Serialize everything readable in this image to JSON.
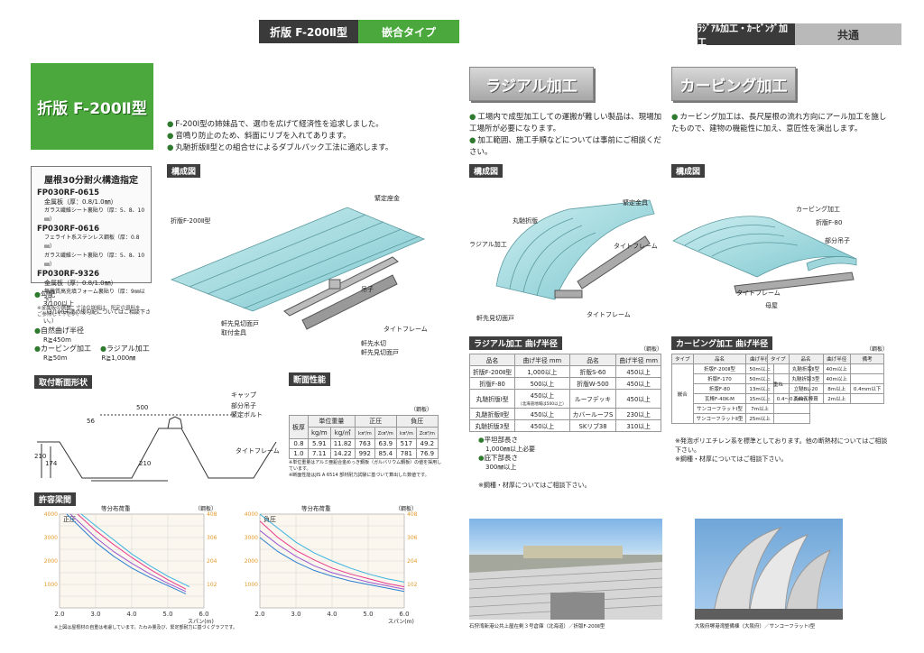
{
  "header": {
    "product_label": "折版 F-200Ⅱ型",
    "type_label": "嵌合タイプ",
    "process_label": "ﾗｼﾞｱﾙ加工・ｶｰﾋﾞﾝｸﾞ加工",
    "common_label": "共通"
  },
  "left": {
    "title": "折版 F-200Ⅱ型",
    "intro": [
      "F-200Ⅰ型の姉妹品で、選巾を広げて経済性を追求しました。",
      "音鳴り防止のため、斜面にリブを入れてあります。",
      "丸馳折版Ⅱ型との組合せによるダブルパック工法に適応します。"
    ],
    "fire_title": "屋根30分耐火構造指定",
    "fire_items": [
      {
        "code": "FP030RF-0615",
        "lines": [
          "金属板（厚：0.8/1.0㎜）",
          "ガラス繊維シート裏貼り（厚：5、8、10㎜）"
        ]
      },
      {
        "code": "FP030RF-0616",
        "lines": [
          "フェライト系ステンレス鋼板（厚：0.8㎜）",
          "ガラス繊維シート裏貼り（厚：5、8、10㎜）"
        ]
      },
      {
        "code": "FP030RF-9326",
        "lines": [
          "金属板（厚：0.8/1.0㎜）",
          "無機質高充填フォーム裏貼り（厚：9㎜以下）"
        ]
      }
    ],
    "fire_note": "※金属板の鋼種、寸法の詳細は、所定の資料をご参照して下さい。",
    "specs": [
      {
        "label": "勾配",
        "lines": [
          "3/100以上",
          "（3/100未満の緩勾配についてはご相談下さい。）"
        ]
      },
      {
        "label": "自然曲げ半径",
        "lines": [
          "R≧450m"
        ]
      }
    ],
    "spec_curv_label": "カービング加工",
    "spec_curv_val": "R≧50m",
    "spec_radial_label": "ラジアル加工",
    "spec_radial_val": "R≧1,000㎜",
    "sec_structure": "構成図",
    "structure_labels": [
      "緊定座金",
      "折版F-200Ⅱ型",
      "吊子",
      "軒先見切面戸",
      "取付金具",
      "タイトフレーム",
      "軒先水切",
      "軒先見切面戸"
    ],
    "sec_section": "取付断面形状",
    "section_labels": [
      "キャップ",
      "部分吊子",
      "緊定ボルト",
      "タイトフレーム"
    ],
    "section_dims": [
      "500",
      "56",
      "210",
      "210",
      "174"
    ],
    "sec_props": "断面性能",
    "props_unit": "（鋼板）",
    "props_headers": {
      "thick": "板厚",
      "weight": "単位重量",
      "pos": "正圧",
      "neg": "負圧"
    },
    "props_units": [
      "mm",
      "kg/m",
      "kg/㎡",
      "I㎝⁴/m",
      "Z㎝³/m",
      "I㎝⁴/m",
      "Z㎝³/m"
    ],
    "props_rows": [
      [
        "0.8",
        "5.91",
        "11.82",
        "763",
        "63.9",
        "517",
        "49.2"
      ],
      [
        "1.0",
        "7.11",
        "14.22",
        "992",
        "85.4",
        "781",
        "76.9"
      ]
    ],
    "props_notes": [
      "※単位重量はアルミ亜鉛合金めっき鋼板（ガルバリウム鋼板）の値を採用しています。",
      "※断面性能はJIS A 6514 部材耐力試験に基づいて算出した数値です。"
    ],
    "sec_span": "許容梁間",
    "span_note": "※上図は屋根材の自重は考慮しています。たわみ量及び、緊定部耐力に基づくグラフです。"
  },
  "chart_data": [
    {
      "type": "line",
      "title": "正圧",
      "subtitle": "等分布荷重",
      "unit": "（鋼板）",
      "xlabel": "スパン(m)",
      "x_ticks": [
        "2.0",
        "3.0",
        "4.0",
        "5.0",
        "6.0"
      ],
      "y_left_ticks": [
        "1000",
        "2000",
        "3000",
        "4000"
      ],
      "y_right_ticks": [
        "102",
        "204",
        "306",
        "408"
      ],
      "xlim": [
        2,
        6
      ],
      "ylim": [
        0,
        4000
      ],
      "series": [
        {
          "color": "#e83a8a",
          "x": [
            2.5,
            3.0,
            3.5,
            4.0,
            4.5,
            5.0,
            5.5
          ],
          "y": [
            4000,
            3300,
            2700,
            2150,
            1650,
            1200,
            800
          ]
        },
        {
          "color": "#9b59d0",
          "x": [
            2.3,
            3.0,
            3.5,
            4.0,
            4.5,
            5.0,
            5.5
          ],
          "y": [
            4000,
            3000,
            2400,
            1900,
            1450,
            1050,
            700
          ]
        },
        {
          "color": "#3cb4e0",
          "x": [
            2.6,
            3.0,
            3.5,
            4.0,
            4.5,
            5.0,
            5.6
          ],
          "y": [
            4000,
            3500,
            2900,
            2300,
            1800,
            1350,
            900
          ]
        },
        {
          "color": "#2a7fd0",
          "x": [
            2.2,
            3.0,
            3.5,
            4.0,
            4.5,
            5.0,
            5.5
          ],
          "y": [
            4000,
            2800,
            2200,
            1700,
            1300,
            950,
            600
          ]
        }
      ]
    },
    {
      "type": "line",
      "title": "負圧",
      "subtitle": "等分布荷重",
      "unit": "（鋼板）",
      "xlabel": "スパン(m)",
      "x_ticks": [
        "2.0",
        "3.0",
        "4.0",
        "5.0",
        "6.0"
      ],
      "y_left_ticks": [
        "1000",
        "2000",
        "3000",
        "4000"
      ],
      "y_right_ticks": [
        "102",
        "204",
        "306",
        "408"
      ],
      "xlim": [
        2,
        6
      ],
      "ylim": [
        0,
        4000
      ],
      "series": [
        {
          "color": "#e83a8a",
          "x": [
            2.0,
            2.5,
            3.0,
            3.5,
            4.0,
            4.5,
            5.0,
            5.5,
            6.0
          ],
          "y": [
            3700,
            3000,
            2450,
            2050,
            1700,
            1450,
            1250,
            1050,
            900
          ]
        },
        {
          "color": "#9b59d0",
          "x": [
            2.0,
            2.5,
            3.0,
            3.5,
            4.0,
            4.5,
            5.0,
            5.5,
            6.0
          ],
          "y": [
            3300,
            2700,
            2200,
            1800,
            1500,
            1300,
            1100,
            950,
            800
          ]
        },
        {
          "color": "#3cb4e0",
          "x": [
            2.0,
            2.5,
            3.0,
            3.5,
            4.0,
            4.5,
            5.0,
            5.5,
            6.0
          ],
          "y": [
            4000,
            3400,
            2800,
            2350,
            2000,
            1700,
            1450,
            1250,
            1100
          ]
        },
        {
          "color": "#2a7fd0",
          "x": [
            2.0,
            2.5,
            3.0,
            3.5,
            4.0,
            4.5,
            5.0,
            5.5,
            6.0
          ],
          "y": [
            3000,
            2400,
            1950,
            1600,
            1350,
            1150,
            1000,
            850,
            700
          ]
        }
      ]
    }
  ],
  "radial": {
    "title": "ラジアル加工",
    "intro": [
      "工場内で成型加工しての運搬が難しい製品は、現場加工場所が必要になります。",
      "加工範囲、施工手順などについては事前にご相談ください。"
    ],
    "sec_structure": "構成図",
    "structure_labels": [
      "緊定金具",
      "丸馳折版",
      "ラジアル加工",
      "タイトフレーム",
      "軒先見切面戸",
      "タイトフレーム"
    ],
    "sec_table": "ラジアル加工 曲げ半径",
    "unit": "（鋼板）",
    "headers": [
      "品名",
      "曲げ半径 mm",
      "品名",
      "曲げ半径 mm"
    ],
    "rows": [
      [
        "折版F-200Ⅱ型",
        "1,000以上",
        "折版S-60",
        "450以上"
      ],
      [
        "折版F-80",
        "500以上",
        "折版W-500",
        "450以上"
      ],
      [
        "丸馳折版Ⅰ型",
        "450以上",
        "ルーフデッキ",
        "450以上"
      ],
      [
        "丸馳折版Ⅱ型",
        "450以上",
        "カバールーフS",
        "230以上"
      ],
      [
        "丸馳折版3型",
        "450以上",
        "SKリブ38",
        "310以上"
      ]
    ],
    "row_note": "（北海道地域は500以上）",
    "flat_label": "平坦部長さ",
    "flat_val": "1,000㎜以上必要",
    "eave_label": "庇下部長さ",
    "eave_val": "300㎜以上",
    "note": "※鋼種・材厚についてはご相談下さい。",
    "photo_caption": "石狩湾新港公共上屋在剣３号倉庫（北海道）／折版F-200Ⅱ型"
  },
  "curving": {
    "title": "カービング加工",
    "intro": [
      "カービング加工は、長尺屋根の流れ方向にアール加工を施したもので、建物の機能性に加え、意匠性を演出します。"
    ],
    "sec_structure": "構成図",
    "structure_labels": [
      "カービング加工",
      "折版F-80",
      "部分吊子",
      "タイトフレーム",
      "母屋"
    ],
    "sec_table": "カービング加工 曲げ半径",
    "unit": "（鋼板）",
    "headers": [
      "タイプ",
      "品名",
      "曲げ半径",
      "備考",
      "タイプ",
      "品名",
      "曲げ半径",
      "備考"
    ],
    "type_a": "嵌合",
    "type_b": "重ね",
    "rows_a": [
      [
        "折版F-200Ⅱ型",
        "50m以上",
        ""
      ],
      [
        "折版F-170",
        "50m以上",
        ""
      ],
      [
        "折版F-80",
        "13m以上",
        ""
      ],
      [
        "瓦棒F-40K-M",
        "15m以上",
        "0.4～0.6mm"
      ],
      [
        "サンコーフラットⅠ型",
        "7m以上",
        ""
      ],
      [
        "サンコーフラットⅡ型",
        "25m以上",
        ""
      ]
    ],
    "rows_b": [
      [
        "丸馳折版Ⅱ型",
        "40m以上",
        ""
      ],
      [
        "丸馳折版3型",
        "40m以上",
        ""
      ],
      [
        "立馳BL-20",
        "8m以上",
        "0.4mm以下"
      ],
      [
        "瓦曲瓦棒葺",
        "2m以上",
        ""
      ]
    ],
    "notes": [
      "※発泡ポリエチレン系を標準としております。他の断熱材についてはご相談下さい。",
      "※鋼種・材厚についてはご相談下さい。"
    ],
    "photo_caption": "大阪府堺港湾整備棟（大阪府）／サンコーフラットⅠ型"
  }
}
